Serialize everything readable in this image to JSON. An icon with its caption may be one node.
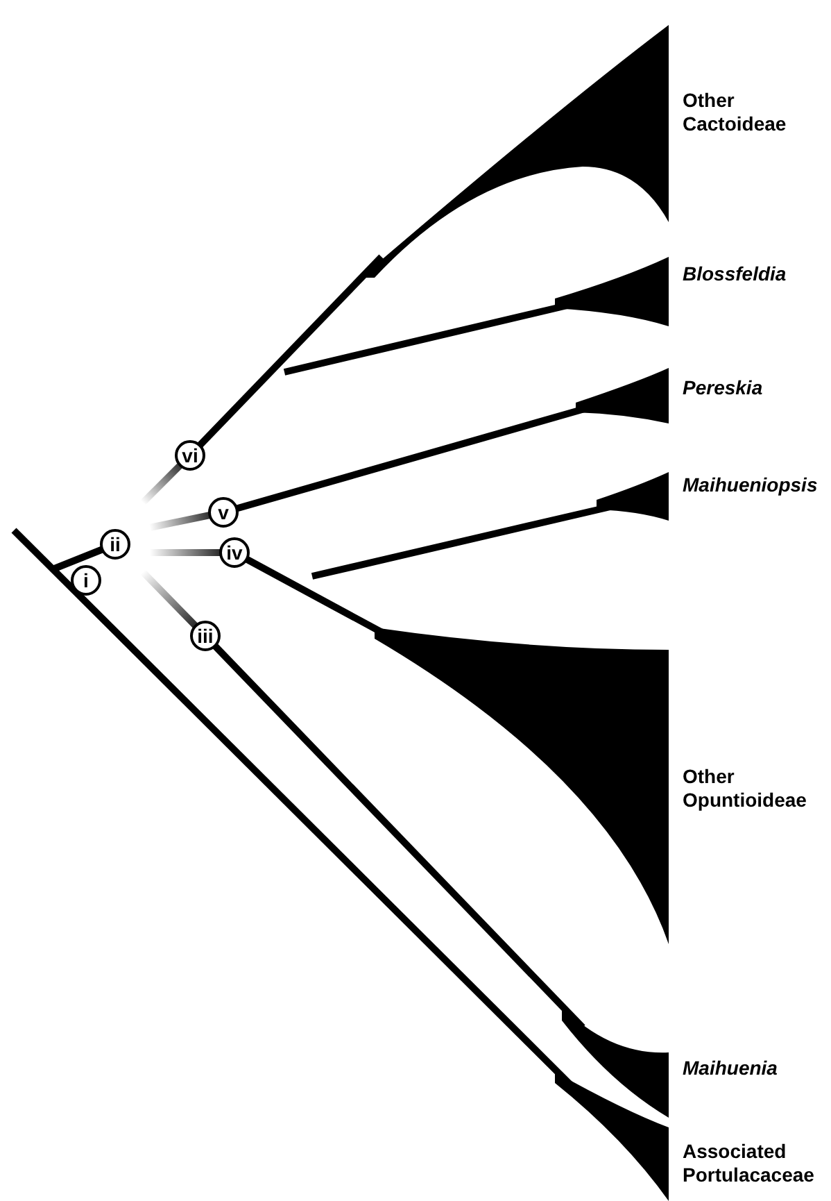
{
  "diagram": {
    "nodes": [
      {
        "text": [
          "i"
        ]
      },
      {
        "text": [
          "ii"
        ]
      },
      {
        "text": [
          "vi"
        ]
      },
      {
        "text": [
          "v"
        ]
      },
      {
        "text": [
          "iv"
        ]
      },
      {
        "text": [
          "iii"
        ]
      }
    ],
    "labels": [
      "Other Cactoideae",
      "Blossfeldia",
      "Pereskia",
      "Maihueniopsis",
      "Other Opuntioideae",
      "Maihuenia",
      "Associated Portulacaceae"
    ]
  }
}
